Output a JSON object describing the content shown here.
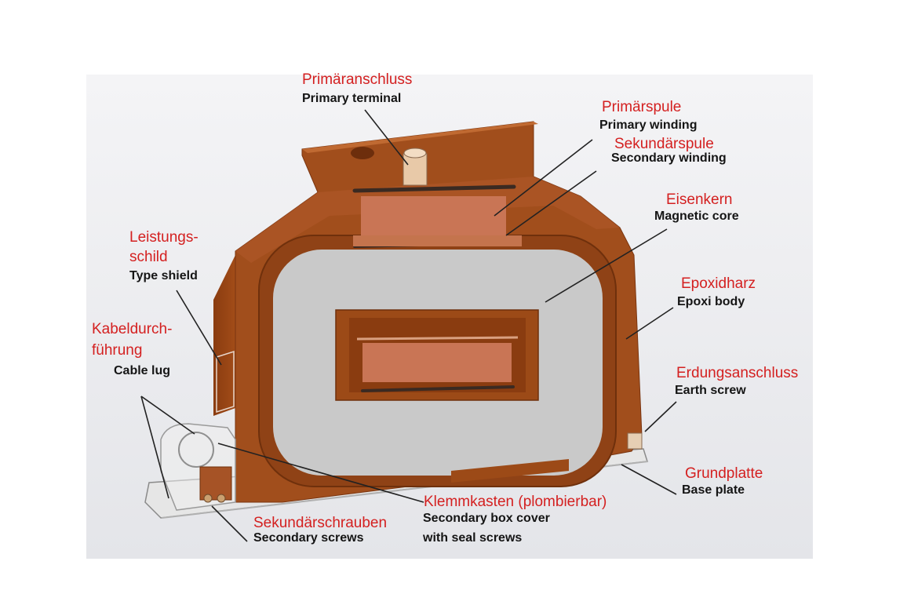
{
  "labels": {
    "primary_terminal": {
      "de": "Primäranschluss",
      "en": "Primary terminal"
    },
    "primary_winding": {
      "de": "Primärspule",
      "en": "Primary winding"
    },
    "secondary_winding": {
      "de": "Sekundärspule",
      "en": "Secondary winding"
    },
    "magnetic_core": {
      "de": "Eisenkern",
      "en": "Magnetic core"
    },
    "type_shield": {
      "de1": "Leistungs-",
      "de2": "schild",
      "en": "Type shield"
    },
    "epoxi_body": {
      "de": "Epoxidharz",
      "en": "Epoxi body"
    },
    "cable_lug": {
      "de1": "Kabeldurch-",
      "de2": "führung",
      "en": "Cable lug"
    },
    "earth_screw": {
      "de": "Erdungsanschluss",
      "en": "Earth screw"
    },
    "base_plate": {
      "de": "Grundplatte",
      "en": "Base plate"
    },
    "secondary_box": {
      "de": "Klemmkasten (plombierbar)",
      "en1": "Secondary box cover",
      "en2": "with seal screws"
    },
    "secondary_screws": {
      "de": "Sekundärschrauben",
      "en": "Secondary screws"
    }
  },
  "colors": {
    "body_brown": "#9c4a17",
    "body_light": "#b65e26",
    "body_dark": "#7a3510",
    "window_gray": "#c8c8c8",
    "copper": "#c97555",
    "label_red": "#d42020",
    "label_black": "#151515"
  }
}
